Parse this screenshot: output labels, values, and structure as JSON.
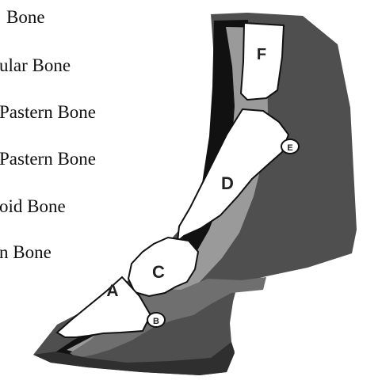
{
  "legend": {
    "items": [
      "Bone",
      "ular Bone",
      "Pastern Bone",
      "Pastern Bone",
      "oid Bone",
      "n Bone"
    ]
  },
  "diagram": {
    "labels": {
      "A": "A",
      "B": "B",
      "C": "C",
      "D": "D",
      "E": "E",
      "F": "F"
    }
  }
}
